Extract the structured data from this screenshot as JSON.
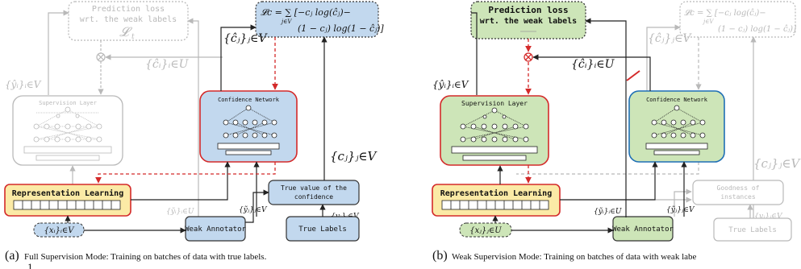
{
  "panel_a": {
    "prediction_loss_line1": "Prediction loss",
    "prediction_loss_line2": "wrt. the weak labels",
    "loss_t": "𝓛",
    "loss_t_sub": "t",
    "lc_line1": "𝓛c = ∑ [−cⱼ log(ĉⱼ)−",
    "lc_sum_sub": "j∈V",
    "lc_line2": "(1 − cⱼ) log(1 − ĉⱼ)]",
    "c_hat_j": "{ĉⱼ}ⱼ∈V",
    "c_hat_i": "{ĉᵢ}ᵢ∈U",
    "y_hat_i_v": "{ŷᵢ}ᵢ∈V",
    "supervision_layer": "Supervision Layer",
    "confidence_network": "Confidence Network",
    "c_j": "{cⱼ}ⱼ∈V",
    "representation_learning": "Representation Learning",
    "true_value_line1": "True value of the",
    "true_value_line2": "confidence",
    "y_hat_i_u": "{ỹᵢ}ᵢ∈U",
    "y_tilde_j": "{ỹⱼ}ⱼ∈V",
    "y_j": "{yⱼ}ⱼ∈V",
    "x_i": "{xᵢ}ᵢ∈V",
    "weak_annotator": "Weak Annotator",
    "true_labels": "True Labels",
    "caption_label": "(a)",
    "caption_text": "Full Supervision Mode: Training on batches of data with true labels.",
    "caption_cut": "1"
  },
  "panel_b": {
    "prediction_loss_line1": "Prediction loss",
    "prediction_loss_line2": "wrt. the weak labels",
    "lc_line1": "𝓛c = ∑ [−cⱼ log(ĉⱼ)−",
    "lc_sum_sub": "j∈V",
    "lc_line2": "(1 − cⱼ) log(1 − ĉⱼ)]",
    "c_hat_j": "{ĉⱼ}ⱼ∈V",
    "c_hat_i": "{ĉᵢ}ᵢ∈U",
    "y_hat_i_v": "{ŷᵢ}ᵢ∈V",
    "supervision_layer": "Supervision Layer",
    "confidence_network": "Confidence Network",
    "c_j": "{cⱼ}ⱼ∈V",
    "representation_learning": "Representation Learning",
    "goodness_line1": "Goodness of",
    "goodness_line2": "instances",
    "y_hat_i_u": "{ỹᵢ}ᵢ∈U",
    "y_tilde_j": "{ỹⱼ}ⱼ∈V",
    "y_j": "{yⱼ}ⱼ∈V",
    "x_j": "{xⱼ}ⱼ∈U",
    "weak_annotator": "Weak Annotator",
    "true_labels": "True Labels",
    "caption_label": "(b)",
    "caption_text": "Weak Supervision Mode: Training on batches of data with weak labe"
  },
  "colors": {
    "red": "#d42a2a",
    "blue_fill": "#c2d8ee",
    "blue_border": "#2a2a2a",
    "green_fill": "#cde5b8",
    "yellow_fill": "#fbeaa6",
    "gray": "#b9b9b9",
    "blue_outline": "#1f6fb5"
  }
}
